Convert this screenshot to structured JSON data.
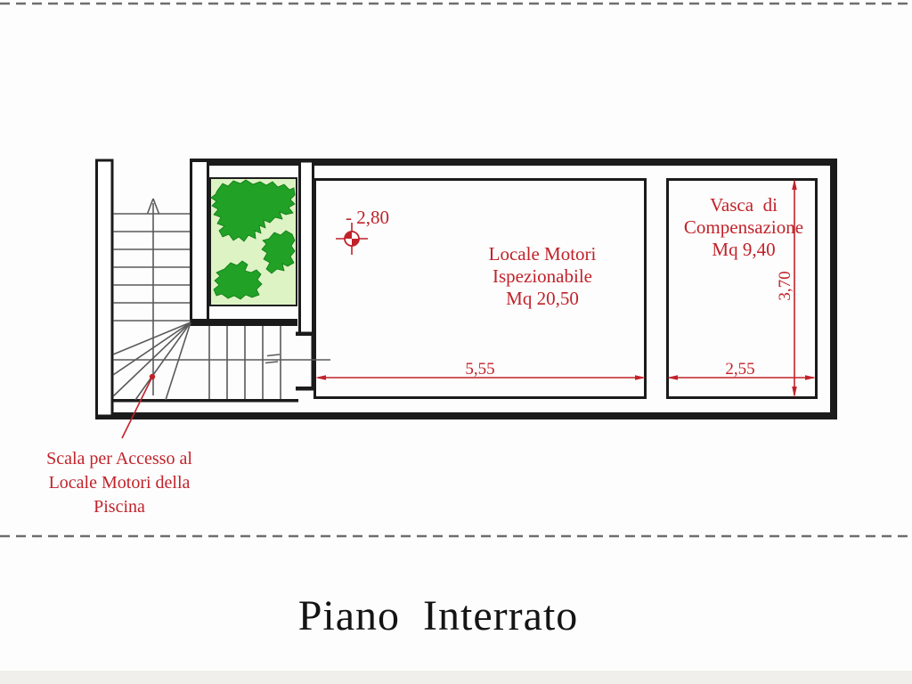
{
  "page": {
    "title": "Piano  Interrato"
  },
  "plan": {
    "rooms": [
      {
        "id": "locale-motori",
        "lines": [
          "Locale Motori",
          "Ispezionabile",
          "Mq 20,50"
        ]
      },
      {
        "id": "vasca-di-compensazione",
        "lines": [
          "Vasca  di",
          "Compensazione",
          "Mq 9,40"
        ]
      }
    ],
    "elevation": {
      "label": "- 2,80"
    },
    "dims": {
      "width_locale": "5,55",
      "width_vasca": "2,55",
      "height_vasca": "3,70"
    },
    "note": {
      "lines": [
        "Scala per Accesso al",
        "Locale Motori della",
        "Piscina"
      ]
    }
  },
  "colors": {
    "annotation_red": "#c1222a",
    "wall_black": "#1b1b1b",
    "stair_gray": "#5a5a5a",
    "planter_background": "#ddf3c4",
    "planter_green": "#21a126",
    "dashed_border_gray": "#6e6e6e",
    "bottom_strip_gray": "#f0efec"
  }
}
